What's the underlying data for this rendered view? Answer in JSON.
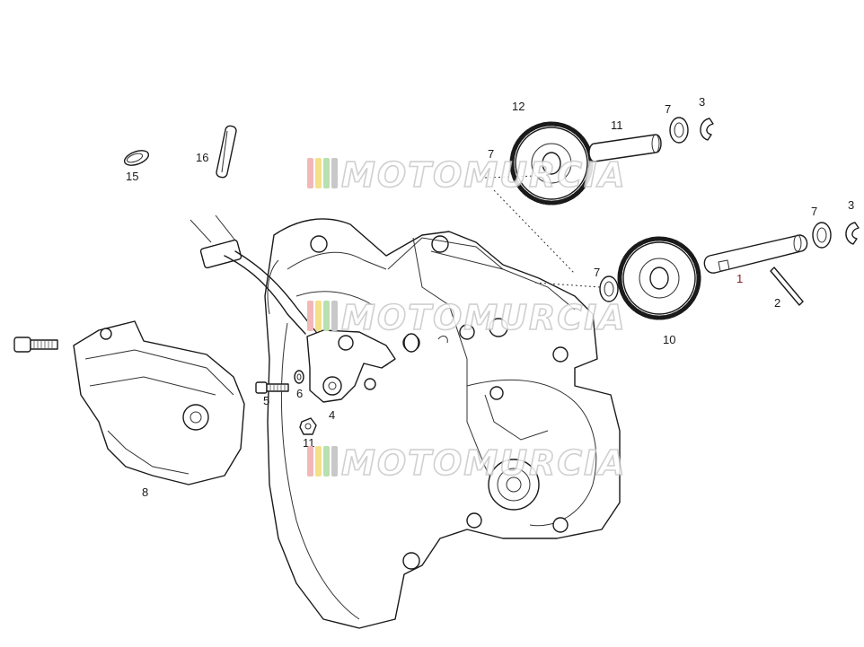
{
  "watermark": {
    "text": "MOTOMURCIA",
    "stripe_colors": [
      "#f2b8b8",
      "#f5e08a",
      "#b8e0b0",
      "#c8c8c8"
    ]
  },
  "callouts": [
    {
      "id": "c1",
      "text": "1"
    },
    {
      "id": "c2",
      "text": "2"
    },
    {
      "id": "c3a",
      "text": "3"
    },
    {
      "id": "c3b",
      "text": "3"
    },
    {
      "id": "c4",
      "text": "4"
    },
    {
      "id": "c5",
      "text": "5"
    },
    {
      "id": "c6",
      "text": "6"
    },
    {
      "id": "c7a",
      "text": "7"
    },
    {
      "id": "c7b",
      "text": "7"
    },
    {
      "id": "c7c",
      "text": "7"
    },
    {
      "id": "c7d",
      "text": "7"
    },
    {
      "id": "c8",
      "text": "8"
    },
    {
      "id": "c10",
      "text": "10"
    },
    {
      "id": "c11",
      "text": "11"
    },
    {
      "id": "c11b",
      "text": "11"
    },
    {
      "id": "c12",
      "text": "12"
    },
    {
      "id": "c15",
      "text": "15"
    },
    {
      "id": "c16",
      "text": "16"
    }
  ]
}
